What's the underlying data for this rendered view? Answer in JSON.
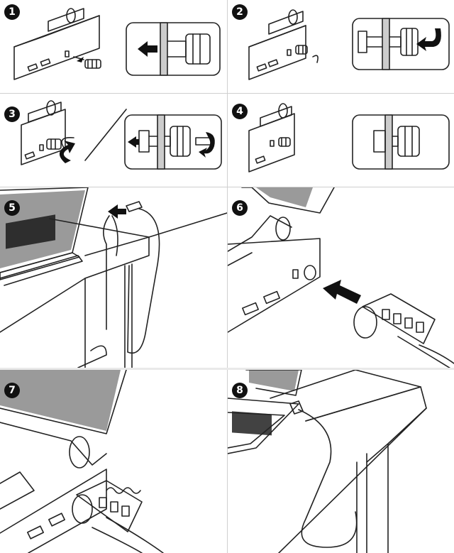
{
  "steps": [
    {
      "number": "1"
    },
    {
      "number": "2"
    },
    {
      "number": "3"
    },
    {
      "number": "4"
    },
    {
      "number": "5"
    },
    {
      "number": "6"
    },
    {
      "number": "7"
    },
    {
      "number": "8"
    }
  ],
  "colors": {
    "line": "#222222",
    "badge": "#111111",
    "screen_gray": "#9a9a9a",
    "panel_gray": "#cccccc",
    "divider": "#cfcfcf"
  }
}
